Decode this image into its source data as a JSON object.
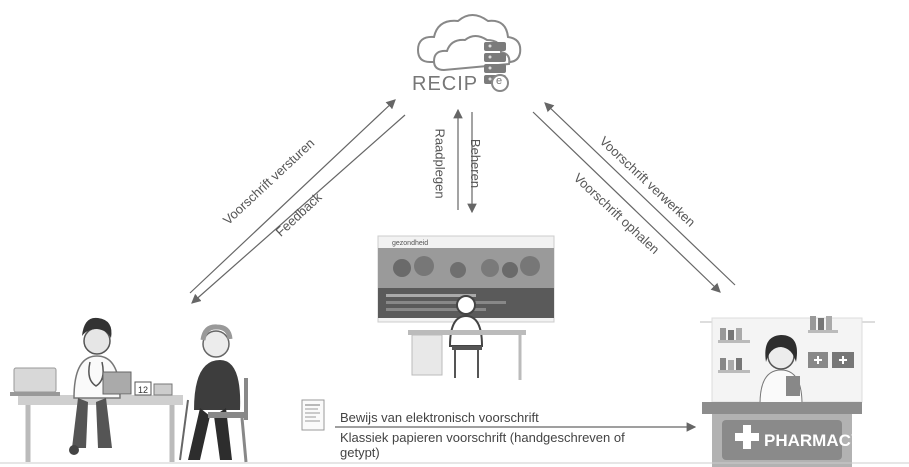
{
  "logo": {
    "text": "RECIP",
    "badge": "e"
  },
  "arrows": {
    "send": "Voorschrift versturen",
    "feedback": "Feedback",
    "consult": "Raadplegen",
    "manage": "Beheren",
    "process": "Voorschrift verwerken",
    "fetch": "Voorschrift ophalen"
  },
  "bottom": {
    "electronic": "Bewijs van elektronisch voorschrift",
    "paper_line1": "Klassiek papieren voorschrift (handgeschreven of",
    "paper_line2": "getypt)"
  },
  "pharmacy": {
    "sign": "PHARMACY"
  },
  "website": {
    "brand": "gezondheid"
  }
}
